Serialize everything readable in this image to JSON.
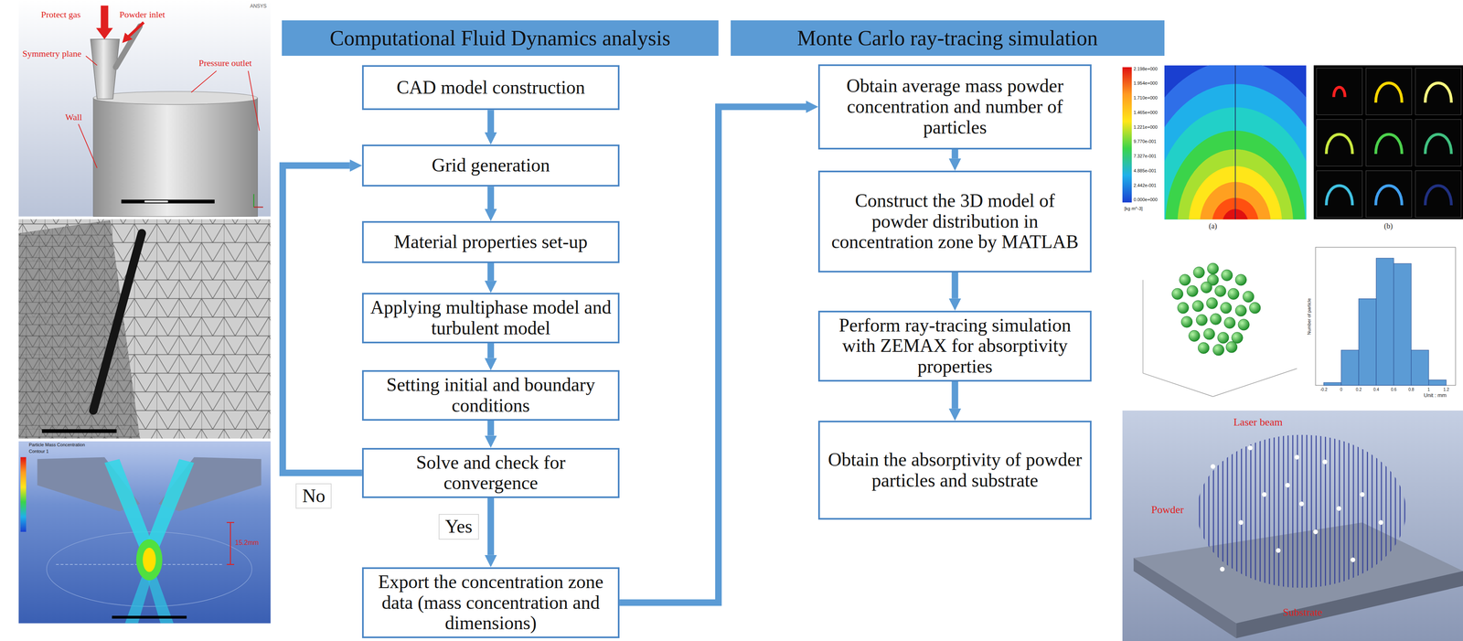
{
  "diagram": {
    "nodes": [
      {
        "text": [
          "Computational Fluid Dynamics analysis"
        ]
      },
      {
        "text": [
          "Monte Carlo ray-tracing simulation"
        ]
      },
      {
        "text": [
          "CAD model construction"
        ]
      },
      {
        "text": [
          "Grid generation"
        ]
      },
      {
        "text": [
          "Material properties set-up"
        ]
      },
      {
        "text": [
          "Applying multiphase model and turbulent model"
        ]
      },
      {
        "text": [
          "Setting initial and boundary conditions"
        ]
      },
      {
        "text": [
          "Solve and check for convergence"
        ]
      },
      {
        "text": [
          "Export the concentration zone data (mass concentration and dimensions)"
        ]
      },
      {
        "text": [
          "Obtain average mass powder concentration and number of particles"
        ]
      },
      {
        "text": [
          "Construct the 3D model of powder distribution in concentration zone by MATLAB"
        ]
      },
      {
        "text": [
          "Perform ray-tracing simulation with ZEMAX for absorptivity properties"
        ]
      },
      {
        "text": [
          "Obtain the absorptivity of powder particles and substrate"
        ]
      }
    ],
    "edges": [
      {
        "from": 2,
        "to": 3,
        "arrow": "to"
      },
      {
        "from": 3,
        "to": 4,
        "arrow": "to"
      },
      {
        "from": 4,
        "to": 5,
        "arrow": "to"
      },
      {
        "from": 5,
        "to": 6,
        "arrow": "to"
      },
      {
        "from": 6,
        "to": 7,
        "arrow": "to"
      },
      {
        "from": 7,
        "to": 8,
        "label": "Yes",
        "arrow": "to"
      },
      {
        "from": 7,
        "to": 3,
        "label": "No",
        "arrow": "to"
      },
      {
        "from": 8,
        "to": 9,
        "arrow": "to"
      },
      {
        "from": 9,
        "to": 10,
        "arrow": "to"
      },
      {
        "from": 10,
        "to": 11,
        "arrow": "to"
      },
      {
        "from": 11,
        "to": 12,
        "arrow": "to"
      }
    ],
    "labels": [
      "ANSYS",
      "Protect gas",
      "Powder inlet",
      "Symmetry plane",
      "Pressure outlet",
      "Wall",
      "Particle Mass Concentration",
      "Contour 1",
      "15.2mm",
      "2.198e+000",
      "1.954e+000",
      "1.710e+000",
      "1.465e+000",
      "1.221e+000",
      "9.770e-001",
      "7.327e-001",
      "4.885e-001",
      "2.442e-001",
      "0.000e+000",
      "[kg m^-3]",
      "(a)",
      "(b)",
      "Number of particle",
      "-0.2",
      "0",
      "0.2",
      "0.4",
      "0.6",
      "0.8",
      "1",
      "1.2",
      "Unit : mm",
      "Laser beam",
      "Powder",
      "Substrate"
    ]
  }
}
